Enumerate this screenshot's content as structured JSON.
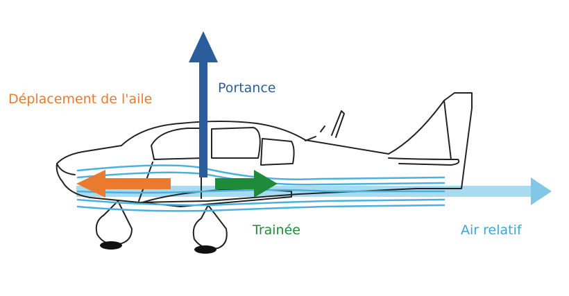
{
  "labels": {
    "lift": "Portance",
    "wing_motion": "Déplacement de l'aile",
    "drag": "Trainée",
    "relative_air": "Air relatif"
  },
  "colors": {
    "lift": "#2a5d9a",
    "wing_motion": "#ea7a2e",
    "drag": "#1f8a3a",
    "relative_air": "#82c8e6",
    "streamlines": "#4cb0dc",
    "outline": "#222222"
  }
}
